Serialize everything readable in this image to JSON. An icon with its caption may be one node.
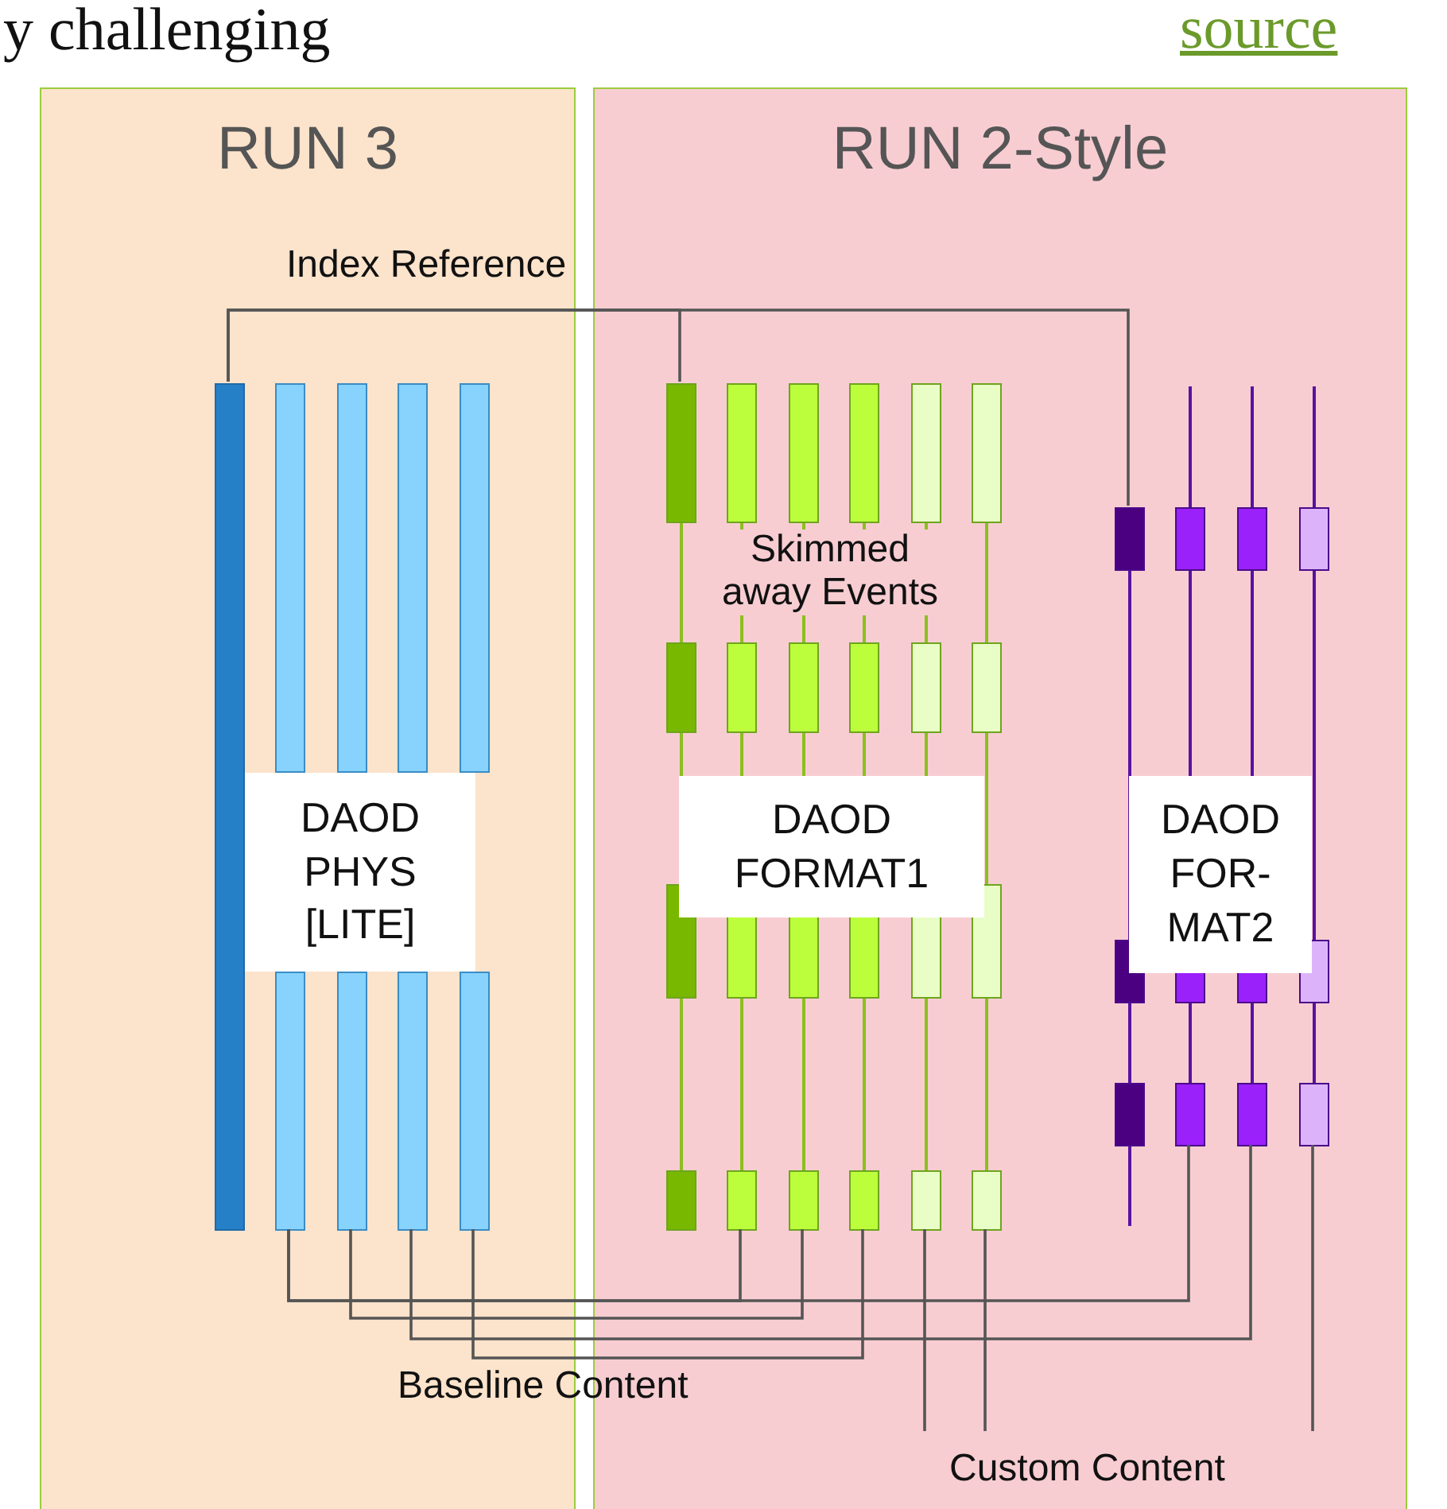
{
  "diagram": {
    "nodes": [
      {
        "text": [
          "RUN 3"
        ]
      },
      {
        "text": [
          "RUN 2-Style"
        ]
      },
      {
        "text": [],
        "shape": "bar",
        "in": 0
      },
      {
        "text": [],
        "shape": "bar",
        "in": 0
      },
      {
        "text": [],
        "shape": "bar",
        "in": 0
      },
      {
        "text": [],
        "shape": "bar",
        "in": 0
      },
      {
        "text": [],
        "shape": "bar",
        "in": 0
      },
      {
        "text": [
          "DAOD PHYS [LITE]"
        ],
        "in": 0
      },
      {
        "text": [],
        "shape": "bar",
        "in": 0
      },
      {
        "text": [],
        "shape": "bar",
        "in": 0
      },
      {
        "text": [],
        "shape": "bar",
        "in": 0
      },
      {
        "text": [],
        "shape": "bar",
        "in": 0
      },
      {
        "text": [],
        "shape": "bar",
        "in": 1
      },
      {
        "text": [],
        "shape": "bar",
        "in": 1
      },
      {
        "text": [],
        "shape": "bar",
        "in": 1
      },
      {
        "text": [],
        "shape": "bar",
        "in": 1
      },
      {
        "text": [],
        "shape": "bar",
        "in": 1
      },
      {
        "text": [],
        "shape": "bar",
        "in": 1
      },
      {
        "text": [
          "DAOD FORMAT1"
        ],
        "in": 1
      },
      {
        "text": [],
        "shape": "bar",
        "in": 1
      },
      {
        "text": [],
        "shape": "bar",
        "in": 1
      },
      {
        "text": [],
        "shape": "bar",
        "in": 1
      },
      {
        "text": [],
        "shape": "bar",
        "in": 1
      },
      {
        "text": [
          "DAOD FOR- MAT2"
        ],
        "in": 1
      }
    ],
    "edges": [
      {
        "from": 2,
        "to": 12,
        "arrow": "none"
      },
      {
        "from": 2,
        "to": 19,
        "arrow": "none"
      },
      {
        "from": 8,
        "to": 13,
        "arrow": "none"
      },
      {
        "from": 8,
        "to": 20,
        "arrow": "none"
      },
      {
        "from": 9,
        "to": 14,
        "arrow": "none"
      },
      {
        "from": 10,
        "to": 21,
        "arrow": "none"
      },
      {
        "from": 11,
        "to": 15,
        "arrow": "none"
      },
      {
        "from": 16,
        "to": null,
        "arrow": "none"
      },
      {
        "from": 17,
        "to": null,
        "arrow": "none"
      },
      {
        "from": 22,
        "to": null,
        "arrow": "none"
      }
    ],
    "labels": [
      "y challenging",
      "source",
      "Index Reference",
      "Skimmed away Events",
      "Baseline Content",
      "Custom Content"
    ]
  }
}
